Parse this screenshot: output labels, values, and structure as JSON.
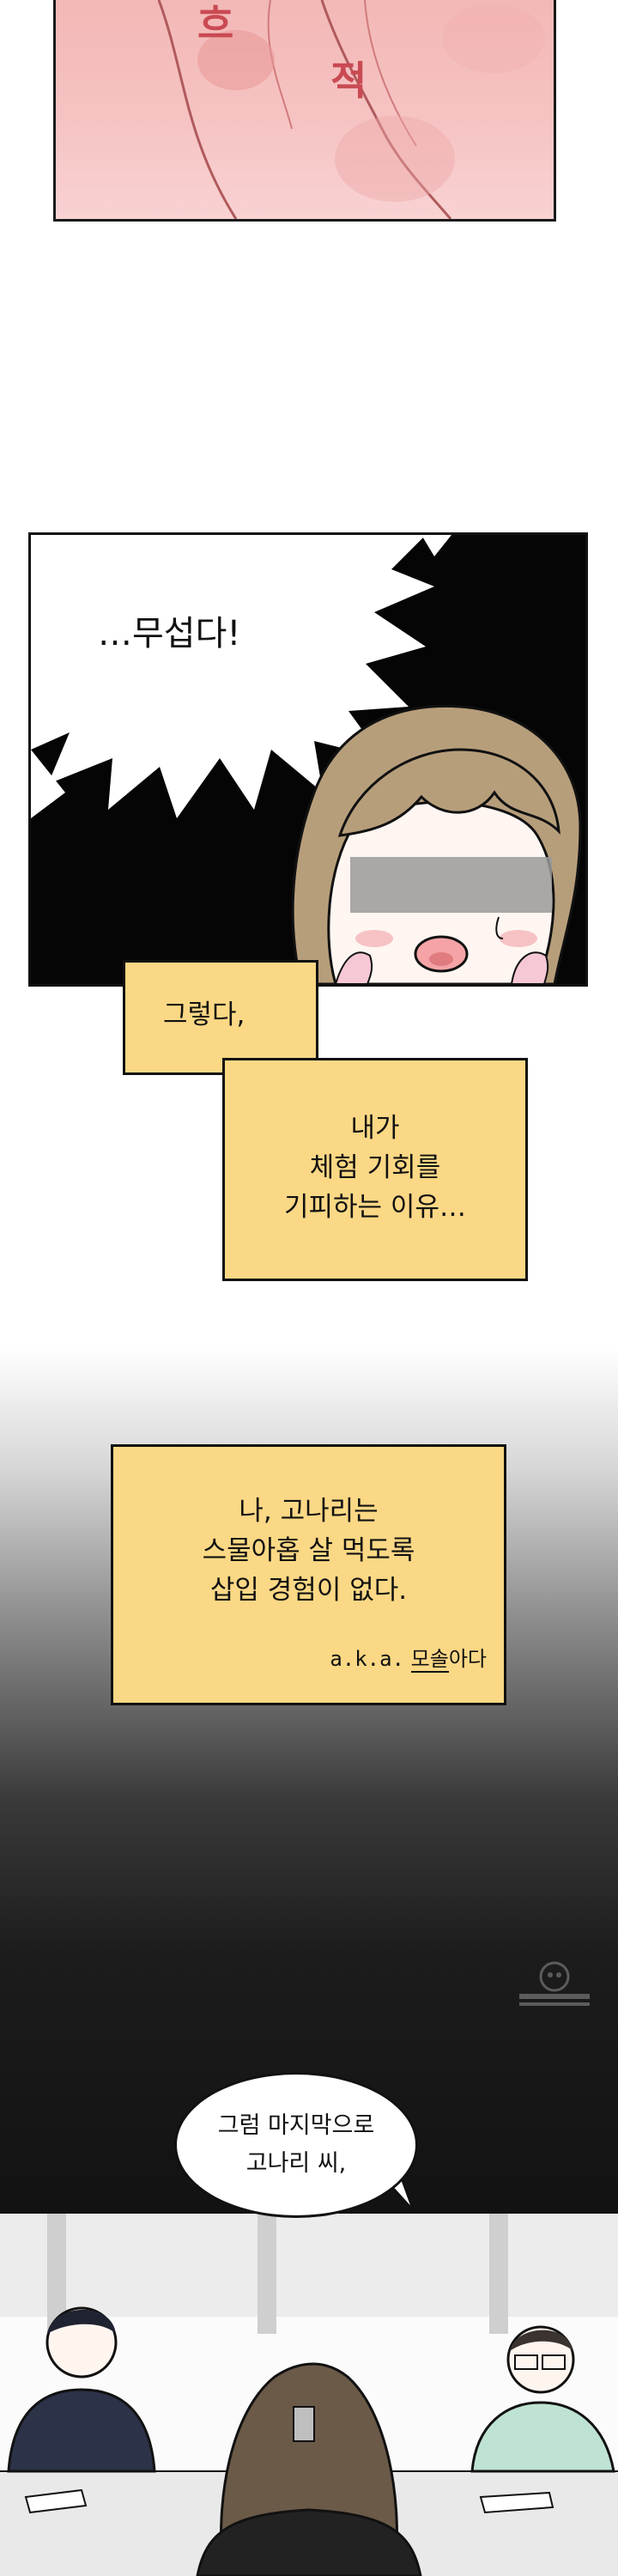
{
  "panel1": {
    "sfx": [
      "흐",
      "적"
    ]
  },
  "panel2": {
    "line": "…무섭다!"
  },
  "narration1": {
    "text": "그렇다,"
  },
  "narration2": {
    "lines": [
      "내가",
      "체험 기회를",
      "기피하는 이유…"
    ]
  },
  "narration3": {
    "lines": [
      "나, 고나리는",
      "스물아홉 살 먹도록",
      "삽입 경험이 없다."
    ],
    "aka": "a.k.a.",
    "aka_word1": "모솔",
    "aka_word2": "아다"
  },
  "speech": {
    "lines": [
      "그럼 마지막으로",
      "고나리 씨,"
    ]
  },
  "colors": {
    "narration_box": "#fbd885",
    "panel1_bg": "#f6c3c3",
    "panel2_bg": "#050505"
  }
}
